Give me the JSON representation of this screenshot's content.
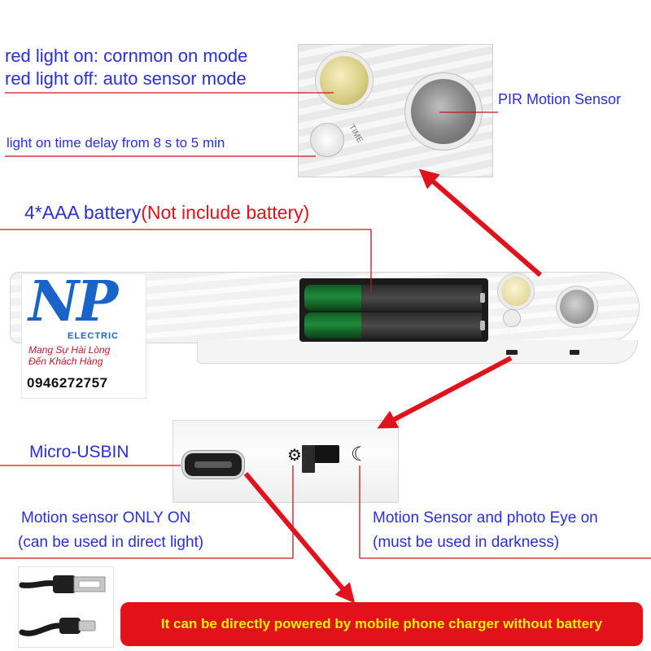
{
  "annotations": {
    "red_light_on": "red light on: cornmon on mode",
    "red_light_off": "red light off: auto sensor mode",
    "time_delay": "light on time delay from 8 s to 5 min",
    "pir_sensor": "PIR Motion Sensor",
    "battery_prefix": "4*AAA battery",
    "battery_note": "(Not include battery)",
    "micro_usb": "Micro-USBIN",
    "motion_only_line1": "Motion sensor ONLY ON",
    "motion_only_line2": "(can be used in direct light)",
    "motion_photo_line1": "Motion Sensor and photo Eye on",
    "motion_photo_line2": "(must be used in darkness)"
  },
  "logo": {
    "brand": "NP",
    "sub": "ELECTRIC",
    "slogan_line1": "Mang Sự Hài Lòng",
    "slogan_line2": "Đến Khách Hàng",
    "phone": "0946272757"
  },
  "panel_marks": {
    "time_mark": "TIME"
  },
  "icons": {
    "sun": "sun-icon",
    "moon": "moon-icon",
    "usb_cable": "usb-cable-icon"
  },
  "banner": {
    "text": "It can be directly powered by mobile phone charger without battery"
  },
  "colors": {
    "annotation_blue": "#2a2fd8",
    "accent_red": "#e0121b",
    "banner_text_yellow": "#fff000",
    "brand_blue": "#1864c8"
  }
}
